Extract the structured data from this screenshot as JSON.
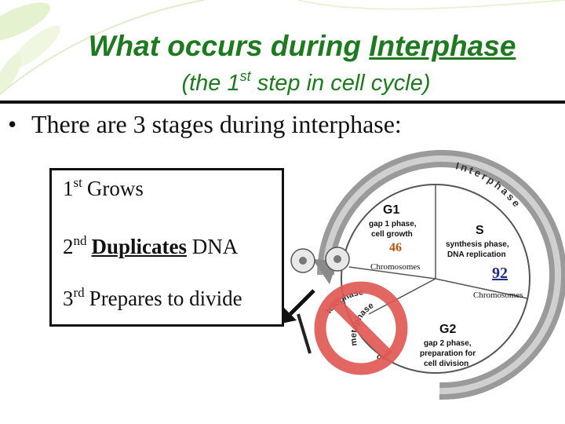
{
  "title": {
    "line1_before": "What occurs during ",
    "line1_emphasis": "Interphase",
    "line2_start": "(the 1",
    "line2_sup": "st",
    "line2_end": " step in cell cycle)"
  },
  "bullet": {
    "marker": "•",
    "text": "There are 3 stages during interphase:"
  },
  "stages": [
    {
      "num": "1",
      "sup": "st",
      "text": "Grows"
    },
    {
      "num": "2",
      "sup": "nd",
      "bold": "Duplicates",
      "text": " DNA"
    },
    {
      "num": "3",
      "sup": "rd",
      "text": "Prepares to divide"
    }
  ],
  "diagram": {
    "ring_label": "Interphase",
    "g1_title": "G1",
    "g1_line1": "gap 1 phase,",
    "g1_line2": "cell growth",
    "s_title": "S",
    "s_line1": "synthesis phase,",
    "s_line2": "DNA replication",
    "g2_title": "G2",
    "g2_line1": "gap 2 phase,",
    "g2_line2": "preparation for",
    "g2_line3": "cell division",
    "telophase": "telophase",
    "metaphase": "metaphase",
    "fragment": "or"
  },
  "annotations": {
    "g1_count": "46",
    "g1_unit": "Chromosomes",
    "s_count": "92",
    "s_unit": "Chromosomes"
  },
  "colors": {
    "title": "#1e7a1e",
    "no_sign": "#e05a55",
    "count46": "#b8560f",
    "count92": "#1f2a8a"
  }
}
